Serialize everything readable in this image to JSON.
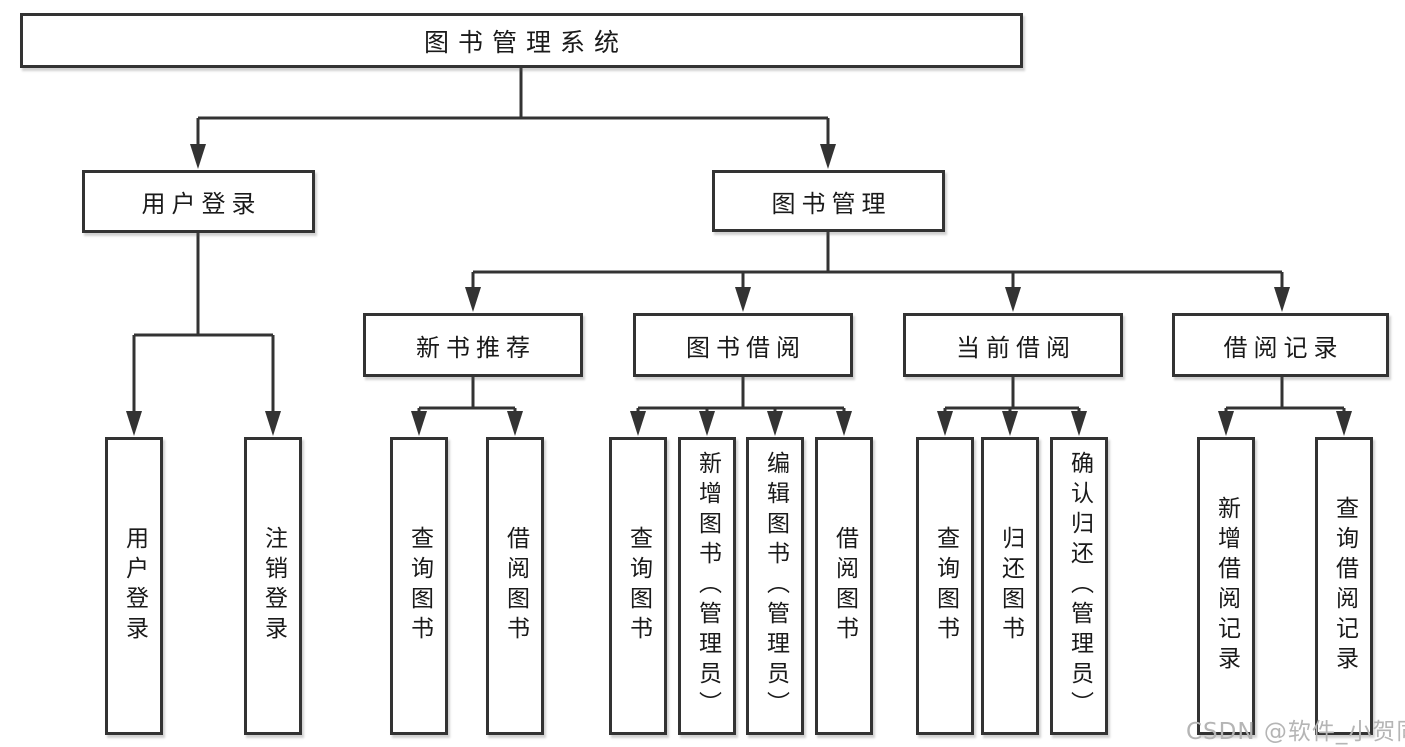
{
  "diagram": {
    "root": {
      "label": "图书管理系统"
    },
    "branches": [
      {
        "label": "用户登录",
        "children": [
          {
            "label": "用户登录"
          },
          {
            "label": "注销登录"
          }
        ]
      },
      {
        "label": "图书管理",
        "children": [
          {
            "label": "新书推荐",
            "children": [
              {
                "label": "查询图书"
              },
              {
                "label": "借阅图书"
              }
            ]
          },
          {
            "label": "图书借阅",
            "children": [
              {
                "label": "查询图书"
              },
              {
                "label": "新增图书（管理员）"
              },
              {
                "label": "编辑图书（管理员）"
              },
              {
                "label": "借阅图书"
              }
            ]
          },
          {
            "label": "当前借阅",
            "children": [
              {
                "label": "查询图书"
              },
              {
                "label": "归还图书"
              },
              {
                "label": "确认归还（管理员）"
              }
            ]
          },
          {
            "label": "借阅记录",
            "children": [
              {
                "label": "新增借阅记录"
              },
              {
                "label": "查询借阅记录"
              }
            ]
          }
        ]
      }
    ]
  },
  "watermark": {
    "text": "CSDN @软件_小贺同学"
  },
  "colors": {
    "line": "#333333",
    "box_border": "#333333",
    "text": "#1a1a1a",
    "watermark": "#b5b5b5",
    "background": "#ffffff"
  }
}
